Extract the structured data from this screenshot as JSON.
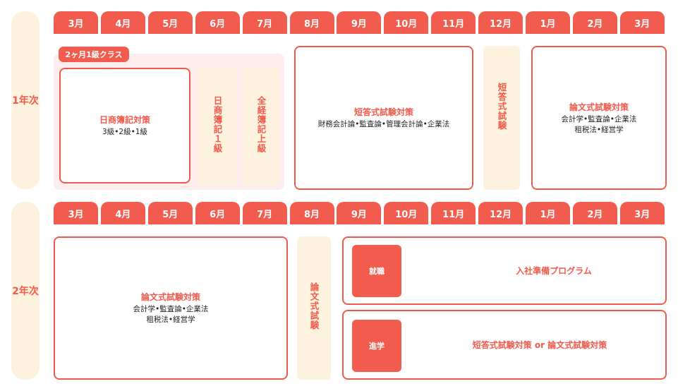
{
  "months": [
    "3月",
    "4月",
    "5月",
    "6月",
    "7月",
    "8月",
    "9月",
    "10月",
    "11月",
    "12月",
    "1月",
    "2月",
    "3月"
  ],
  "year1": {
    "label": "1年次",
    "course_tag": "2ヶ月1級クラス",
    "nissho": {
      "title": "日商簿記対策",
      "sub": "3級•2級•1級"
    },
    "nissho_exam": "日商簿記１級",
    "zenkei": "全経簿記上級",
    "tanto": {
      "title": "短答式試験対策",
      "sub": "財務会計論•監査論•管理会計論•企業法"
    },
    "tanto_exam": "短答式試験",
    "ronbun": {
      "title": "論文式試験対策",
      "sub1": "会計学•監査論•企業法",
      "sub2": "租税法•経営学"
    }
  },
  "year2": {
    "label": "2年次",
    "ronbun": {
      "title": "論文式試験対策",
      "sub1": "会計学•監査論•企業法",
      "sub2": "租税法•経営学"
    },
    "ronbun_exam": "論文式試験",
    "job": {
      "tag": "就職",
      "title": "入社準備プログラム"
    },
    "advance": {
      "tag": "進学",
      "title": "短答式試験対策 or 論文式試験対策"
    }
  },
  "colors": {
    "accent": "#f25c4f",
    "cream": "#fdf2de",
    "pink_bg": "#fdeeed"
  }
}
